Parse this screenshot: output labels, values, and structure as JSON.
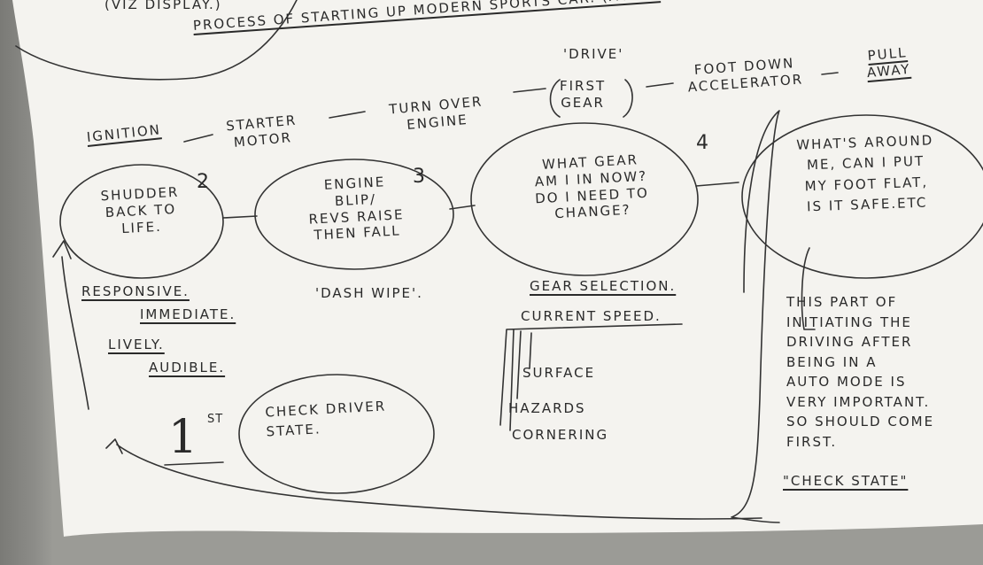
{
  "top_fragment": "(VIZ DISPLAY.)",
  "heading": "PROCESS OF STARTING UP MODERN SPORTS CAR. (AUTO)",
  "sequence": {
    "ignition": "IGNITION",
    "starter_motor": "STARTER\nMOTOR",
    "turn_over_engine": "TURN OVER\nENGINE",
    "drive_quote": "'DRIVE'",
    "first_gear": "FIRST\nGEAR",
    "foot_down": "FOOT DOWN\nACCELERATOR",
    "pull_away": "PULL\nAWAY"
  },
  "bubbles": [
    {
      "number": "2",
      "text": "SHUDDER\nBACK TO\nLIFE."
    },
    {
      "number": "3",
      "text": "ENGINE\nBLIP/\nREVS RAISE\nTHEN FALL"
    },
    {
      "number": "4",
      "text": "WHAT GEAR\nAM I IN NOW?\nDO I NEED TO\nCHANGE?"
    }
  ],
  "around_me": "WHAT'S AROUND\nME, CAN I PUT\nMY FOOT FLAT,\nIS IT SAFE.ETC",
  "feelings": [
    "RESPONSIVE.",
    "IMMEDIATE.",
    "LIVELY.",
    "AUDIBLE."
  ],
  "dash_wipe": "'DASH WIPE'.",
  "gear_selection": "GEAR SELECTION.",
  "current_speed": "CURRENT SPEED.",
  "speed_factors": [
    "SURFACE",
    "HAZARDS",
    "CORNERING"
  ],
  "first_number": "1",
  "first_suffix": "ST",
  "check_driver_state": "CHECK DRIVER\nSTATE.",
  "note": "THIS PART OF\nINITIATING THE\nDRIVING AFTER\nBEING IN A\nAUTO MODE IS\nVERY IMPORTANT.\nSO SHOULD COME\nFIRST.",
  "check_state_quote": "\"CHECK STATE\""
}
